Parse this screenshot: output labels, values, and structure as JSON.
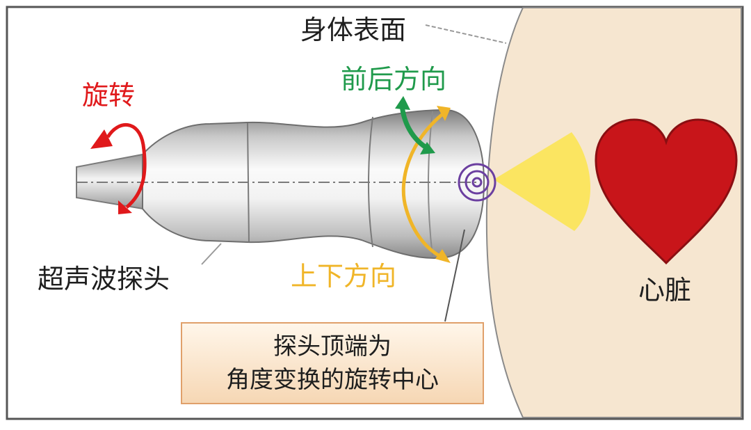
{
  "labels": {
    "body_surface": "身体表面",
    "rotation": "旋转",
    "front_back": "前后方向",
    "up_down": "上下方向",
    "probe": "超声波探头",
    "heart": "心脏",
    "note_line1": "探头顶端为",
    "note_line2": "角度变换的旋转中心"
  },
  "colors": {
    "rotation": "#e0191b",
    "front_back": "#1f9a4b",
    "up_down": "#f0b528",
    "heart": "#c8151a",
    "body": "#f6e6d0",
    "beam": "#fbe55b",
    "center_mark": "#6b3fa0",
    "frame": "#555555"
  },
  "icons": {
    "heart": "heart-icon",
    "probe": "ultrasound-probe-icon",
    "center": "rotation-center-icon"
  }
}
